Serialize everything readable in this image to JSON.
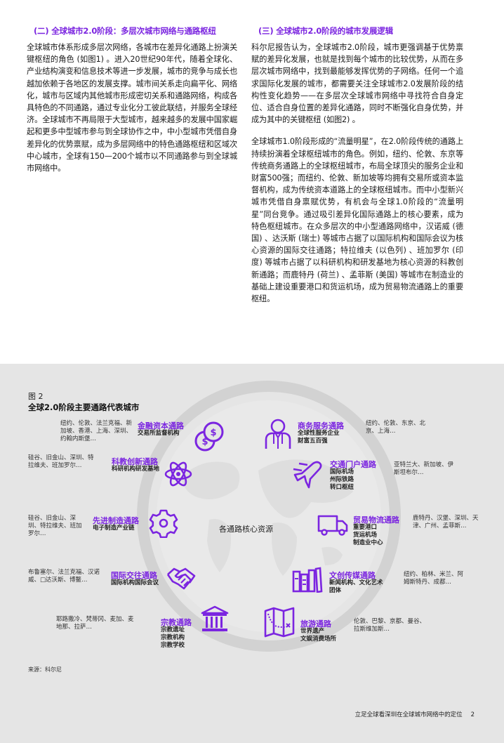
{
  "sections": {
    "left": {
      "title": "(二) 全球城市2.0阶段：多层次城市网络与通路枢纽",
      "paragraphs": [
        "全球城市体系形成多层次网络，各城市在差异化通路上扮演关键枢纽的角色 (如图1) 。进入20世纪90年代，随着全球化、产业结构演变和信息技术等进一步发展，城市的竞争与成长也越加依赖于各地区的发展支撑。城市间关系走向扁平化、网络化，城市与区域内其他城市形成密切关系和通路网络，构成各具特色的不同通路，通过专业化分工彼此联结，并服务全球经济。全球城市不再局限于大型城市，越来越多的发展中国家崛起和更多中型城市参与到全球协作之中，中小型城市凭借自身差异化的优势禀赋，成为多层网络中的特色通路枢纽和区域次中心城市，全球有150—200个城市以不同通路参与到全球城市网络中。"
      ]
    },
    "right": {
      "title": "(三) 全球城市2.0阶段的城市发展逻辑",
      "paragraphs": [
        "科尔尼报告认为，全球城市2.0阶段，城市更强调基于优势禀赋的差异化发展，也就是找到每个城市的比较优势，从而在多层次城市网络中，找到最能够发挥优势的子网络。任何一个追求国际化发展的城市，都需要关注全球城市2.0发展阶段的结构性变化趋势——在多层次全球城市网络中寻找符合自身定位、适合自身位置的差异化通路，同时不断强化自身优势，并成为其中的关键枢纽 (如图2) 。",
        "全球城市1.0阶段形成的“流量明星”，在2.0阶段传统的通路上持续扮演着全球枢纽城市的角色。例如，纽约、伦敦、东京等传统商务通路上的全球枢纽城市，布局全球顶尖的服务企业和财富500强；而纽约、伦敦、新加坡等均拥有交易所或资本监督机构，成为传统资本道路上的全球枢纽城市。而中小型新兴城市凭借自身禀赋优势，有机会与全球1.0阶段的“流量明星”同台竞争。通过吸引差异化国际通路上的核心要素，成为特色枢纽城市。在众多层次的中小型通路网络中，汉诺威 (德国) 、达沃斯 (瑞士) 等城市占据了以国际机构和国际会议为核心资源的国际交往通路；特拉维夫 (以色列) 、班加罗尔 (印度) 等城市占据了以科研机构和研发基地为核心资源的科教创新通路；而鹿特丹 (荷兰) 、孟菲斯 (美国) 等城市在制造业的基础上建设重要港口和货运机场，成为贸易物流通路上的重要枢纽。"
      ]
    }
  },
  "figure": {
    "label": "图 2",
    "title": "全球2.0阶段主要通路代表城市",
    "center_label": "各通路核心资源",
    "accent_color": "#7b25e0",
    "background_color": "#e5e5e5",
    "nodes": [
      {
        "id": "finance",
        "icon": "dollar-coins-icon",
        "title": "金融资本通路",
        "resources": [
          "交易所监督机构"
        ],
        "cities": "纽约、伦敦、法兰克福、新加坡、香港、上海、深圳、约翰内斯堡…"
      },
      {
        "id": "science",
        "icon": "atom-icon",
        "title": "科教创新通路",
        "resources": [
          "科研机构研发基地"
        ],
        "cities": "硅谷、旧金山、深圳、特拉维夫、班加罗尔…"
      },
      {
        "id": "manufacturing",
        "icon": "gear-icon",
        "title": "先进制造通路",
        "resources": [
          "电子制造产业链"
        ],
        "cities": "硅谷、旧金山、深圳、特拉维夫、班加罗尔…"
      },
      {
        "id": "exchange",
        "icon": "handshake-icon",
        "title": "国际交往通路",
        "resources": [
          "国际机构国际会议"
        ],
        "cities": "布鲁塞尔、法兰克福、汉诺威、□达沃斯、博鳌…"
      },
      {
        "id": "religion",
        "icon": "temple-icon",
        "title": "宗教通路",
        "resources": [
          "宗教遗址",
          "宗教机构",
          "宗教学校"
        ],
        "cities": "耶路撒冷、梵蒂冈、麦加、麦地那、拉萨…"
      },
      {
        "id": "business",
        "icon": "businessman-icon",
        "title": "商务服务通路",
        "resources": [
          "全球性服务企业",
          "财富五百强"
        ],
        "cities": "纽约、伦敦、东京、北京、上海…"
      },
      {
        "id": "transport",
        "icon": "airplane-icon",
        "title": "交通门户通路",
        "resources": [
          "国际机场",
          "州际铁路",
          "转口枢纽"
        ],
        "cities": "亚特兰大、新加坡、伊斯坦布尔…"
      },
      {
        "id": "logistics",
        "icon": "truck-icon",
        "title": "贸易物流通路",
        "resources": [
          "重要港口",
          "货运机场",
          "制造业中心"
        ],
        "cities": "鹿特丹、汉堡、深圳、天津、广州、孟菲斯…"
      },
      {
        "id": "media",
        "icon": "books-icon",
        "title": "文创传媒通路",
        "resources": [
          "新闻机构、文化艺术",
          "团体"
        ],
        "cities": "纽约、柏林、米兰、阿姆斯特丹、成都…"
      },
      {
        "id": "tourism",
        "icon": "map-icon",
        "title": "旅游通路",
        "resources": [
          "世界遗产",
          "文娱消费场所"
        ],
        "cities": "伦敦、巴黎、京都、曼谷、拉斯维加斯…"
      }
    ],
    "source": "来源：科尔尼"
  },
  "footer": {
    "title": "立足全球看深圳在全球城市网络中的定位",
    "page": "2"
  }
}
